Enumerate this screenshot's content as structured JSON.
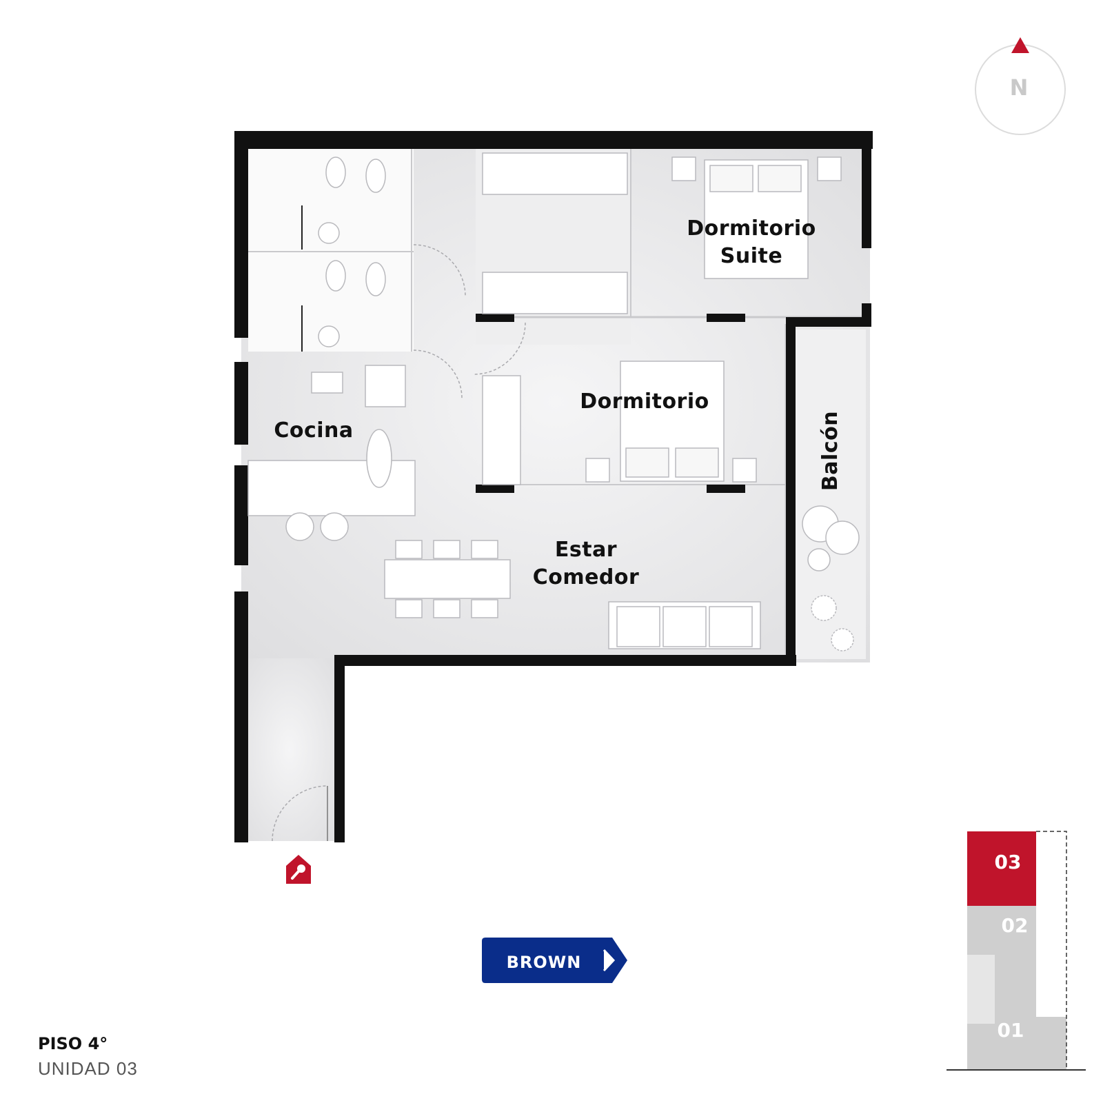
{
  "rooms": {
    "suite_line1": "Dormitorio",
    "suite_line2": "Suite",
    "dormitorio": "Dormitorio",
    "cocina": "Cocina",
    "estar_line1": "Estar",
    "estar_line2": "Comedor",
    "balcon": "Balcón"
  },
  "compass": {
    "north_label": "N"
  },
  "street": {
    "name": "BROWN"
  },
  "floor_info": {
    "floor": "PISO 4°",
    "unit": "UNIDAD 03"
  },
  "unit_selector": {
    "units": [
      "03",
      "02",
      "01"
    ],
    "selected": "03"
  },
  "colors": {
    "wall": "#111111",
    "floor": "#ebebec",
    "accent_red": "#c0142b",
    "street_blue": "#0a2d8a",
    "unit_gray": "#cfcfcf"
  },
  "icons": {
    "entrance": "key-house-icon",
    "north": "north-arrow-icon"
  }
}
